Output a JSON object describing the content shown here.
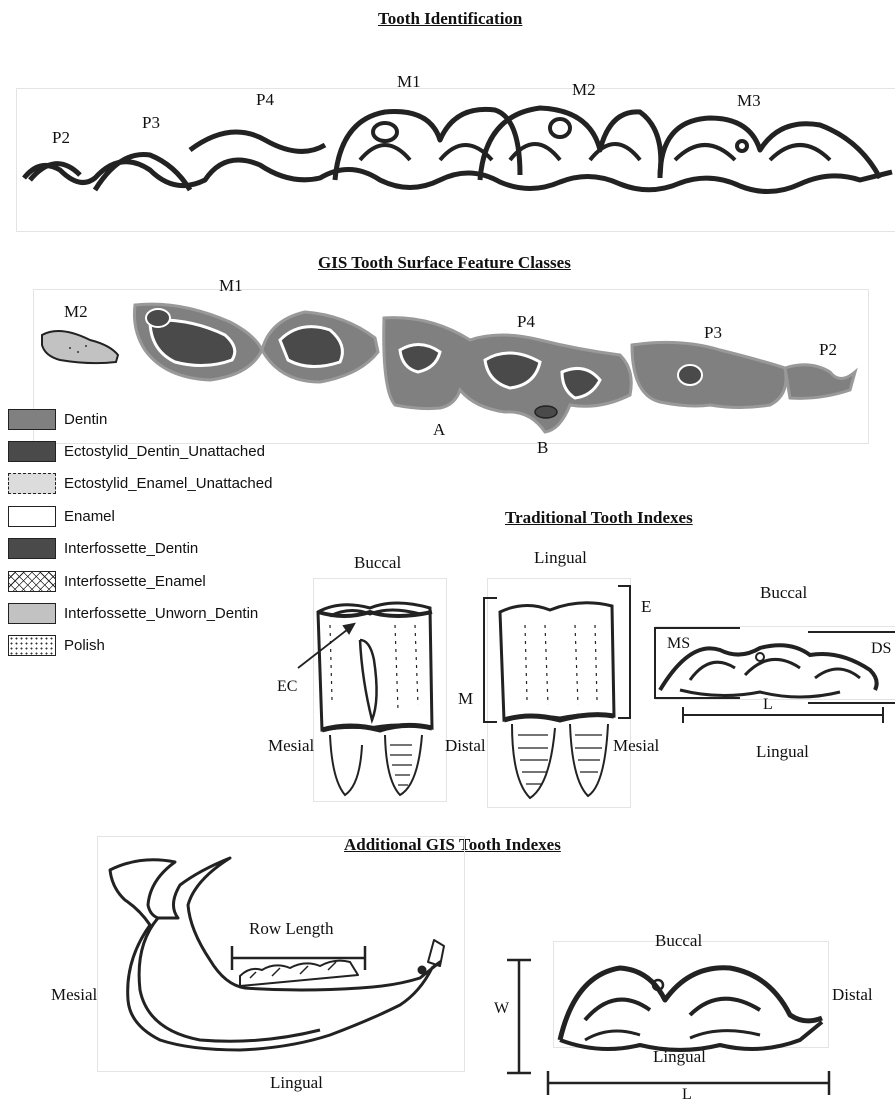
{
  "tooth_identification": {
    "heading": "Tooth Identification",
    "labels": [
      "P2",
      "P3",
      "P4",
      "M1",
      "M2",
      "M3"
    ]
  },
  "feature_classes": {
    "heading": "GIS Tooth Surface Feature Classes",
    "tooth_labels": [
      "M2",
      "M1",
      "P4",
      "P3",
      "P2"
    ],
    "markers": [
      "A",
      "B"
    ]
  },
  "legend": {
    "items": [
      "Dentin",
      "Ectostylid_Dentin_Unattached",
      "Ectostylid_Enamel_Unattached",
      "Enamel",
      "Interfossette_Dentin",
      "Interfossette_Enamel",
      "Interfossette_Unworn_Dentin",
      "Polish"
    ]
  },
  "traditional": {
    "heading": "Traditional Tooth Indexes",
    "buccal": "Buccal",
    "lingual": "Lingual",
    "ec": "EC",
    "mesial": "Mesial",
    "distal": "Distal",
    "m": "M",
    "e": "E",
    "right_buccal": "Buccal",
    "ms": "MS",
    "ds": "DS",
    "l": "L",
    "right_lingual": "Lingual"
  },
  "additional": {
    "heading": "Additional GIS Tooth Indexes",
    "row_length": "Row Length",
    "mesial": "Mesial",
    "lingual": "Lingual",
    "buccal": "Buccal",
    "w": "W",
    "distal": "Distal",
    "inner_lingual": "Lingual",
    "l": "L"
  }
}
